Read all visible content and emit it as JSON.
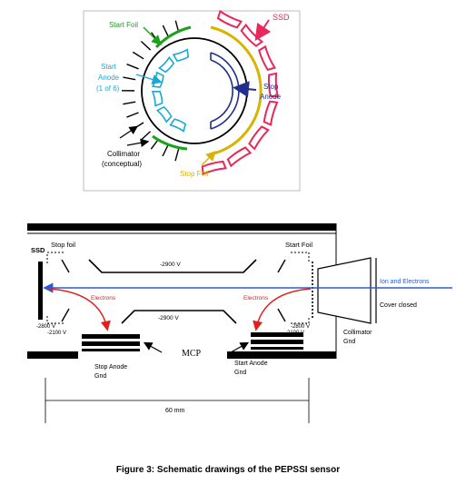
{
  "top_diagram": {
    "labels": {
      "start_foil": "Start Foil",
      "ssd": "SSD",
      "start_anode_line1": "Start",
      "start_anode_line2": "Anode",
      "start_anode_line3": "(1 of 6)",
      "stop_anode_line1": "Stop",
      "stop_anode_line2": "Anode",
      "collimator_line1": "Collimator",
      "collimator_line2": "(conceptual)",
      "stop_foil": "Stop Foil"
    },
    "colors": {
      "start_foil": "#1aa31a",
      "ssd": "#e8285a",
      "start_anode": "#19a9d4",
      "stop_anode": "#1f2f8a",
      "stop_foil": "#d8b400",
      "collimator": "#000000"
    }
  },
  "bottom_diagram": {
    "labels": {
      "ssd": "SSD",
      "stop_foil": "Stop foil",
      "start_foil": "Start Foil",
      "voltage_top": "-2900 V",
      "voltage_bottom": "-2900 V",
      "voltage_left_1": "-2800 V",
      "voltage_left_2": "-2100 V",
      "voltage_right_1": "-2800 V",
      "voltage_right_2": "-2100 V",
      "electrons_left": "Electrons",
      "electrons_right": "Electrons",
      "ion_and_electrons": "Ion and Electrons",
      "cover_closed": "Cover closed",
      "mcp": "MCP",
      "stop_anode_line1": "Stop Anode",
      "stop_anode_line2": "Gnd",
      "start_anode_line1": "Start Anode",
      "start_anode_line2": "Gnd",
      "collimator_line1": "Collimator",
      "collimator_line2": "Gnd",
      "dimension": "60 mm"
    },
    "colors": {
      "ion_beam": "#2a5bd7",
      "electrons": "#e02020"
    }
  },
  "caption": "Figure 3: Schematic drawings of the PEPSSI sensor"
}
